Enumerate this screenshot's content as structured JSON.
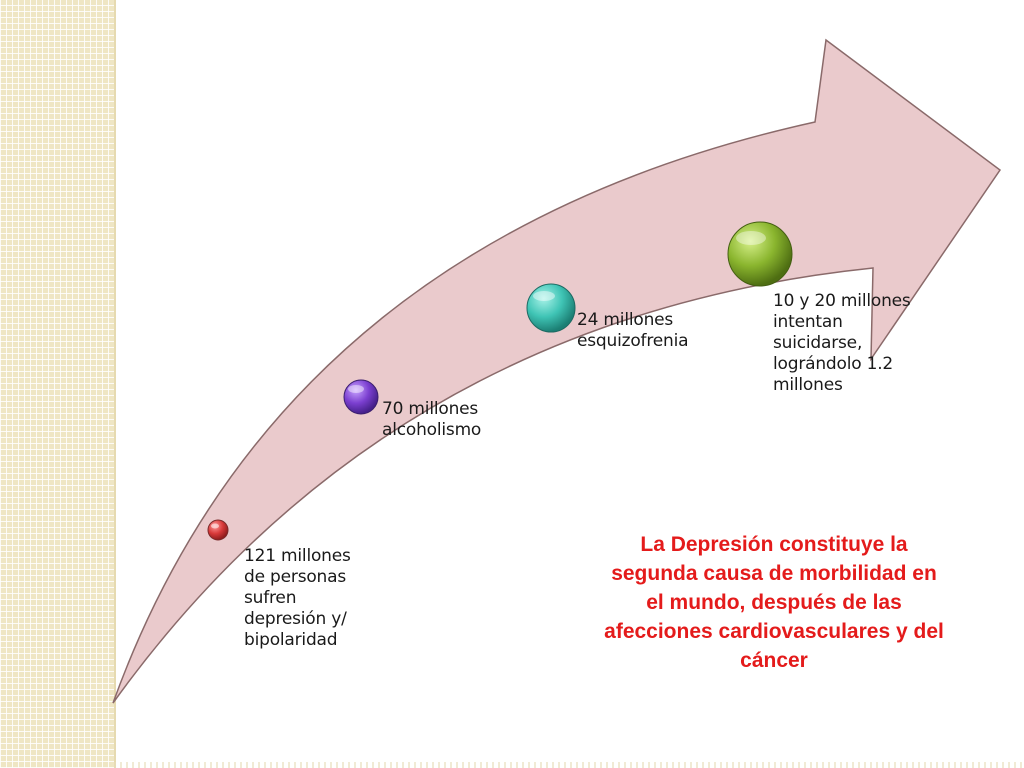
{
  "colors": {
    "arrow_fill": "#eacacc",
    "arrow_stroke": "#8a6a6a",
    "note_text": "#e41b1b",
    "side_pattern": "#efe6c4"
  },
  "milestones": [
    {
      "text": "121 millones\nde personas\nsufren\ndepresión y/\nbipolaridad",
      "color": "#d83a3a"
    },
    {
      "text": "70 millones\nalcoholismo",
      "color": "#7b3fd0"
    },
    {
      "text": "24 millones\nesquizofrenia",
      "color": "#3fc4b5"
    },
    {
      "text": "10 y 20 millones\nintentan\nsuicidarse,\nlográndolo 1.2\nmillones",
      "color": "#8ab52e"
    }
  ],
  "note": "La Depresión constituye la segunda causa de morbilidad en el mundo, después de las afecciones cardiovasculares y del cáncer"
}
